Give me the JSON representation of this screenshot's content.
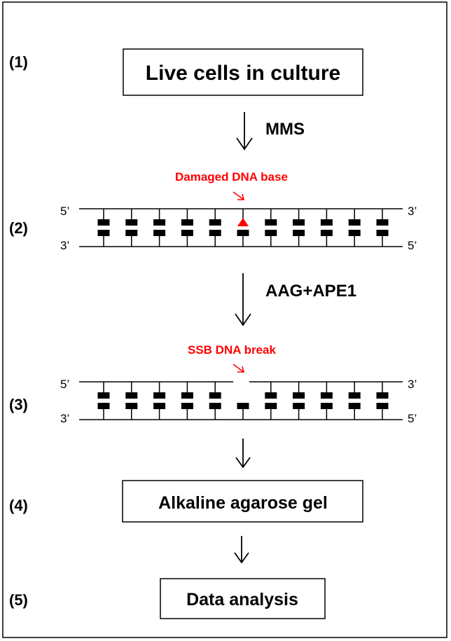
{
  "steps": [
    {
      "id": "1",
      "label": "(1)"
    },
    {
      "id": "2",
      "label": "(2)"
    },
    {
      "id": "3",
      "label": "(3)"
    },
    {
      "id": "4",
      "label": "(4)"
    },
    {
      "id": "5",
      "label": "(5)"
    }
  ],
  "boxes": {
    "live_cells": "Live cells in culture",
    "alkaline_gel": "Alkaline agarose gel",
    "data_analysis": "Data analysis"
  },
  "arrows": {
    "mms": "MMS",
    "aag_ape1": "AAG+APE1"
  },
  "annotations": {
    "damaged_base": "Damaged DNA base",
    "ssb_break": "SSB DNA break"
  },
  "strand_ends": {
    "five_prime": "5’",
    "three_prime": "3’"
  },
  "colors": {
    "annotation": "#ff0000",
    "lesion": "#ff0000",
    "base_pair": "#000000"
  },
  "dna": {
    "base_pairs": 11,
    "lesion_index": 5
  }
}
